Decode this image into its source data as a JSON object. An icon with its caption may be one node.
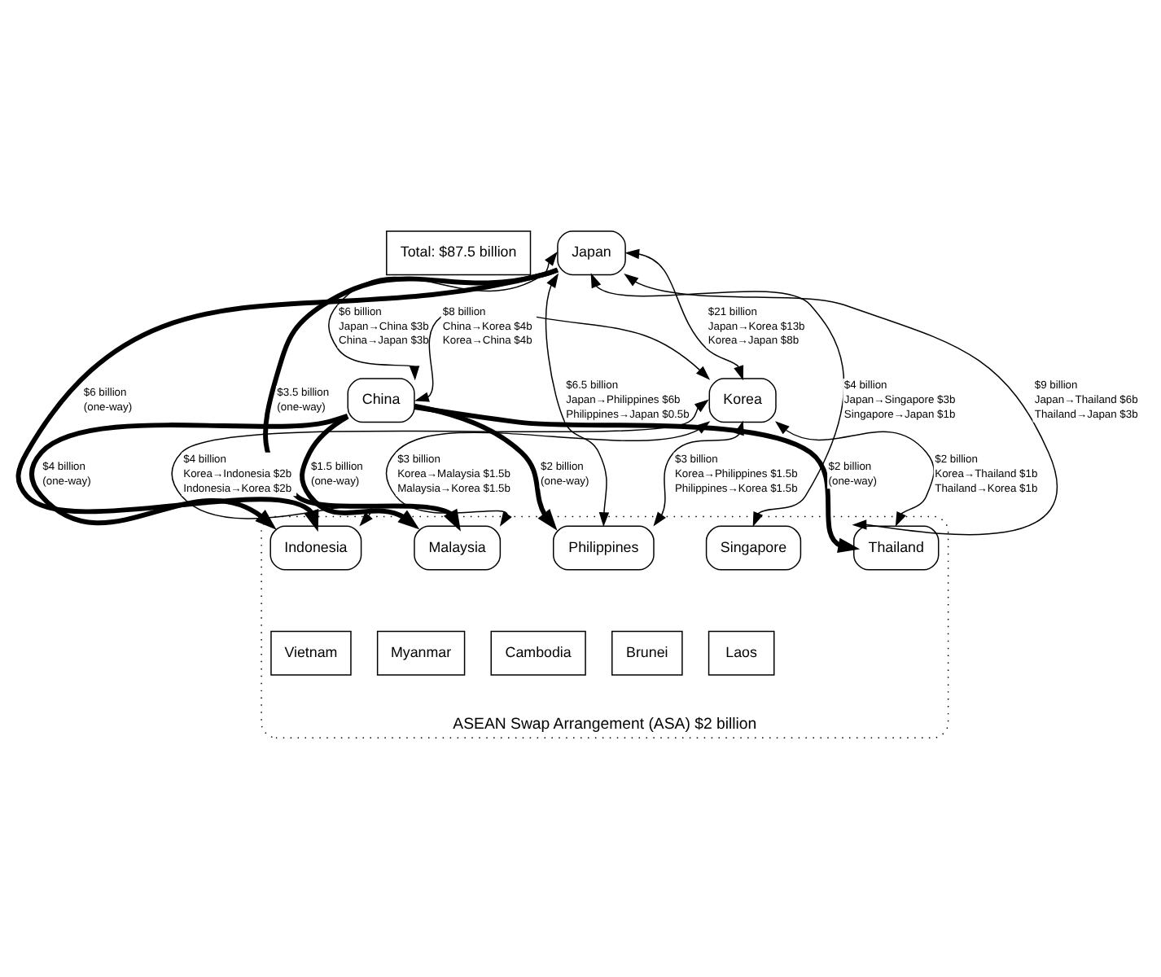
{
  "diagram": {
    "nodes": [
      {
        "text": [
          "Total: $87.5 billion"
        ]
      },
      {
        "text": [
          "Japan"
        ]
      },
      {
        "text": [
          "China"
        ]
      },
      {
        "text": [
          "Korea"
        ]
      },
      {
        "text": [
          "ASEAN Swap Arrangement (ASA) $2 billion"
        ]
      },
      {
        "text": [
          "Malaysia"
        ],
        "in": 4
      },
      {
        "text": [
          "Singapore"
        ],
        "in": 4
      },
      {
        "text": [
          "Indonesia"
        ],
        "in": 4
      },
      {
        "text": [
          "Philippines"
        ],
        "in": 4
      },
      {
        "text": [
          "Thailand"
        ],
        "in": 4
      },
      {
        "text": [
          "Brunei"
        ],
        "in": 4
      },
      {
        "text": [
          "Cambodia"
        ],
        "in": 4
      },
      {
        "text": [
          "Laos"
        ],
        "in": 4
      },
      {
        "text": [
          "Myanmar"
        ],
        "in": 4
      },
      {
        "text": [
          "Vietnam"
        ],
        "in": 4
      }
    ],
    "edges": [
      {
        "from": 1,
        "to": 2,
        "arrow": "both",
        "label": "$6 billion Japan→China $3b China→Japan $3b"
      },
      {
        "from": 1,
        "to": 3,
        "arrow": "both",
        "label": "$21 billion Japan→Korea $13b Korea→Japan $8b"
      },
      {
        "from": 2,
        "to": 3,
        "arrow": "both",
        "label": "$8 billion China→Korea $4b Korea→China $4b"
      },
      {
        "from": 1,
        "to": 5,
        "arrow": "to",
        "style": "thick",
        "label": "$3.5 billion (one-way)"
      },
      {
        "from": 1,
        "to": 6,
        "arrow": "both",
        "label": "$4 billion Japan→Singapore $3b Singapore→Japan $1b"
      },
      {
        "from": 1,
        "to": 8,
        "arrow": "both",
        "label": "$6.5 billion Japan→Philippines $6b Philippines→Japan $0.5b"
      },
      {
        "from": 3,
        "to": 8,
        "arrow": "both",
        "label": "$3 billion Korea→Philippines $1.5b Philippines→Korea $1.5b"
      },
      {
        "from": 1,
        "to": 9,
        "arrow": "both",
        "label": "$9 billion Japan→Thailand $6b Thailand→Japan $3b"
      },
      {
        "from": 2,
        "to": 5,
        "arrow": "to",
        "style": "thick",
        "label": "$1.5 billion (one-way)"
      },
      {
        "from": 2,
        "to": 7,
        "arrow": "to",
        "style": "thick",
        "label": "$4 billion (one-way)"
      },
      {
        "from": 1,
        "to": 7,
        "arrow": "to",
        "style": "thick",
        "label": "$6 billion (one-way)"
      },
      {
        "from": 3,
        "to": 5,
        "arrow": "both",
        "label": "$3 billion Korea→Malaysia $1.5b Malaysia→Korea $1.5b"
      },
      {
        "from": 3,
        "to": 9,
        "arrow": "both",
        "label": "$2 billion Korea→Thailand $1b Thailand→Korea $1b"
      },
      {
        "from": 3,
        "to": 7,
        "arrow": "both",
        "label": "$4 billion Korea→Indonesia $2b Indonesia→Korea $2b"
      },
      {
        "from": 2,
        "to": 8,
        "arrow": "to",
        "style": "thick",
        "label": "$2 billion (one-way)"
      },
      {
        "from": 2,
        "to": 9,
        "arrow": "to",
        "style": "thick",
        "label": "$2 billion (one-way)"
      }
    ]
  }
}
